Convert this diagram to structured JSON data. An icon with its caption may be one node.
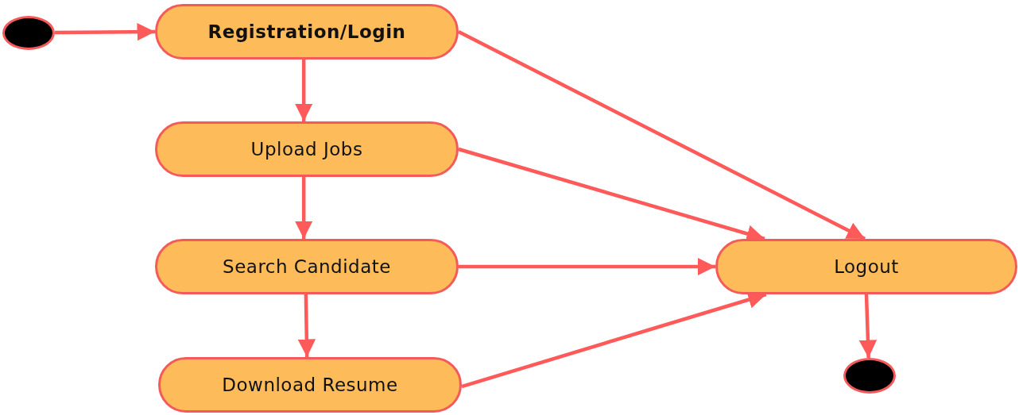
{
  "diagram": {
    "nodes": [
      {
        "text": [],
        "shape": "circle"
      },
      {
        "text": [
          "Registration/Login"
        ]
      },
      {
        "text": [
          "Upload Jobs"
        ]
      },
      {
        "text": [
          "Search Candidate"
        ]
      },
      {
        "text": [
          "Download Resume"
        ]
      },
      {
        "text": [
          "Logout"
        ]
      },
      {
        "text": [],
        "shape": "circle"
      }
    ],
    "edges": [
      {
        "from": 0,
        "to": 1,
        "arrow": "to"
      },
      {
        "from": 1,
        "to": 2,
        "arrow": "to"
      },
      {
        "from": 2,
        "to": 3,
        "arrow": "to"
      },
      {
        "from": 3,
        "to": 4,
        "arrow": "to"
      },
      {
        "from": 1,
        "to": 5,
        "arrow": "to"
      },
      {
        "from": 2,
        "to": 5,
        "arrow": "to"
      },
      {
        "from": 3,
        "to": 5,
        "arrow": "to"
      },
      {
        "from": 4,
        "to": 5,
        "arrow": "to"
      },
      {
        "from": 5,
        "to": 6,
        "arrow": "to"
      }
    ]
  }
}
